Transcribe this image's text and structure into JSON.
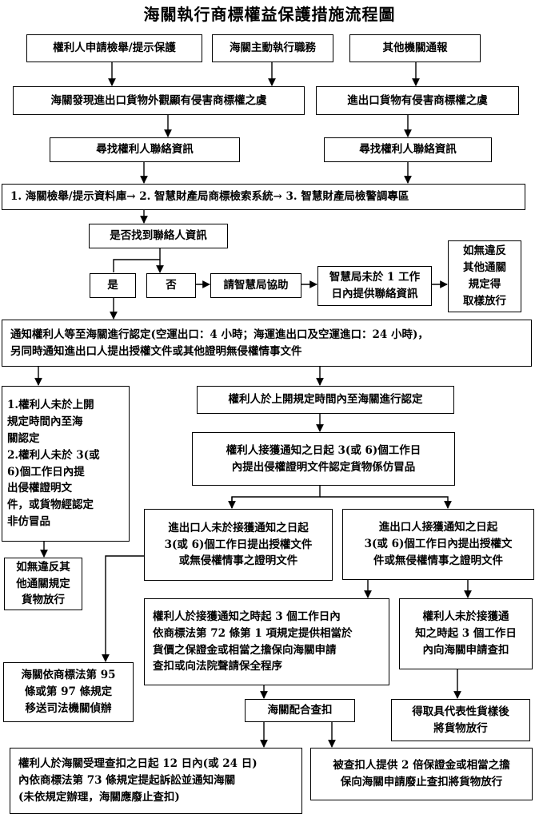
{
  "title": "海關執行商標權益保護措施流程圖",
  "nodes": {
    "apply": "權利人申請檢舉/提示保護",
    "customs_duty": "海關主動執行職務",
    "other_agency": "其他機關通報",
    "customs_found": "海關發現進出口貨物外觀顯有侵害商標權之虞",
    "goods_suspect": "進出口貨物有侵害商標權之虞",
    "find_contact_left": "尋找權利人聯絡資訊",
    "find_contact_right": "尋找權利人聯絡資訊",
    "databases": "1.  海關檢舉/提示資料庫→ 2. 智慧財產局商標檢索系統→ 3. 智慧財產局檢警調專區",
    "found_question": "是否找到聯絡人資訊",
    "yes": "是",
    "no": "否",
    "ask_tipo": "請智慧局協助",
    "tipo_fail": "智慧局未於 1 工作\n日內提供聯絡資訊",
    "release_if_ok_1": "如無違反\n其他通關\n規定得\n取樣放行",
    "notify": "通知權利人等至海關進行認定(空運出口：4 小時；海運進出口及空運進口：24 小時)，\n另同時通知進出口人提出授權文件或其他證明無侵權情事文件",
    "owner_fail": "1.權利人未於上開\n   規定時間內至海\n   關認定\n2.權利人未於  3(或\n   6)個工作日內提\n   出侵權證明文\n   件，或貨物經認定\n   非仿冒品",
    "release_if_ok_2": "如無違反其\n他通關規定\n貨物放行",
    "owner_attend": "權利人於上開規定時間內至海關進行認定",
    "owner_proof": "權利人接獲通知之日起 3(或 6)個工作日\n內提出侵權證明文件認定貨物係仿冒品",
    "importer_fail": "進出口人未於接獲通知之日起\n3(或 6)個工作日提出授權文件\n或無侵權情事之證明文件",
    "importer_submit": "進出口人接獲通知之日起\n3(或 6)個工作日內提出授權文\n件或無侵權情事之證明文件",
    "judicial": "海關依商標法第 95\n條或第 97 條規定\n移送司法機關偵辦",
    "owner_guarantee": "權利人於接獲通知之時起 3 個工作日內\n依商標法第 72 條第 1 項規定提供相當於\n貨價之保證金或相當之擔保向海關申請\n查扣或向法院聲請保全程序",
    "owner_no_apply": "權利人未於接獲通\n知之時起 3 個工作日\n內向海關申請查扣",
    "customs_seize": "海關配合查扣",
    "sample_release": "得取具代表性貨樣後\n將貨物放行",
    "lawsuit": "權利人於海關受理查扣之日起 12 日內(或 24 日)\n內依商標法第 73 條規定提起訴訟並通知海關\n(未依規定辦理，海關應廢止查扣)",
    "counter_guarantee": "被查扣人提供 2 倍保證金或相當之擔\n保向海關申請廢止查扣將貨物放行"
  }
}
